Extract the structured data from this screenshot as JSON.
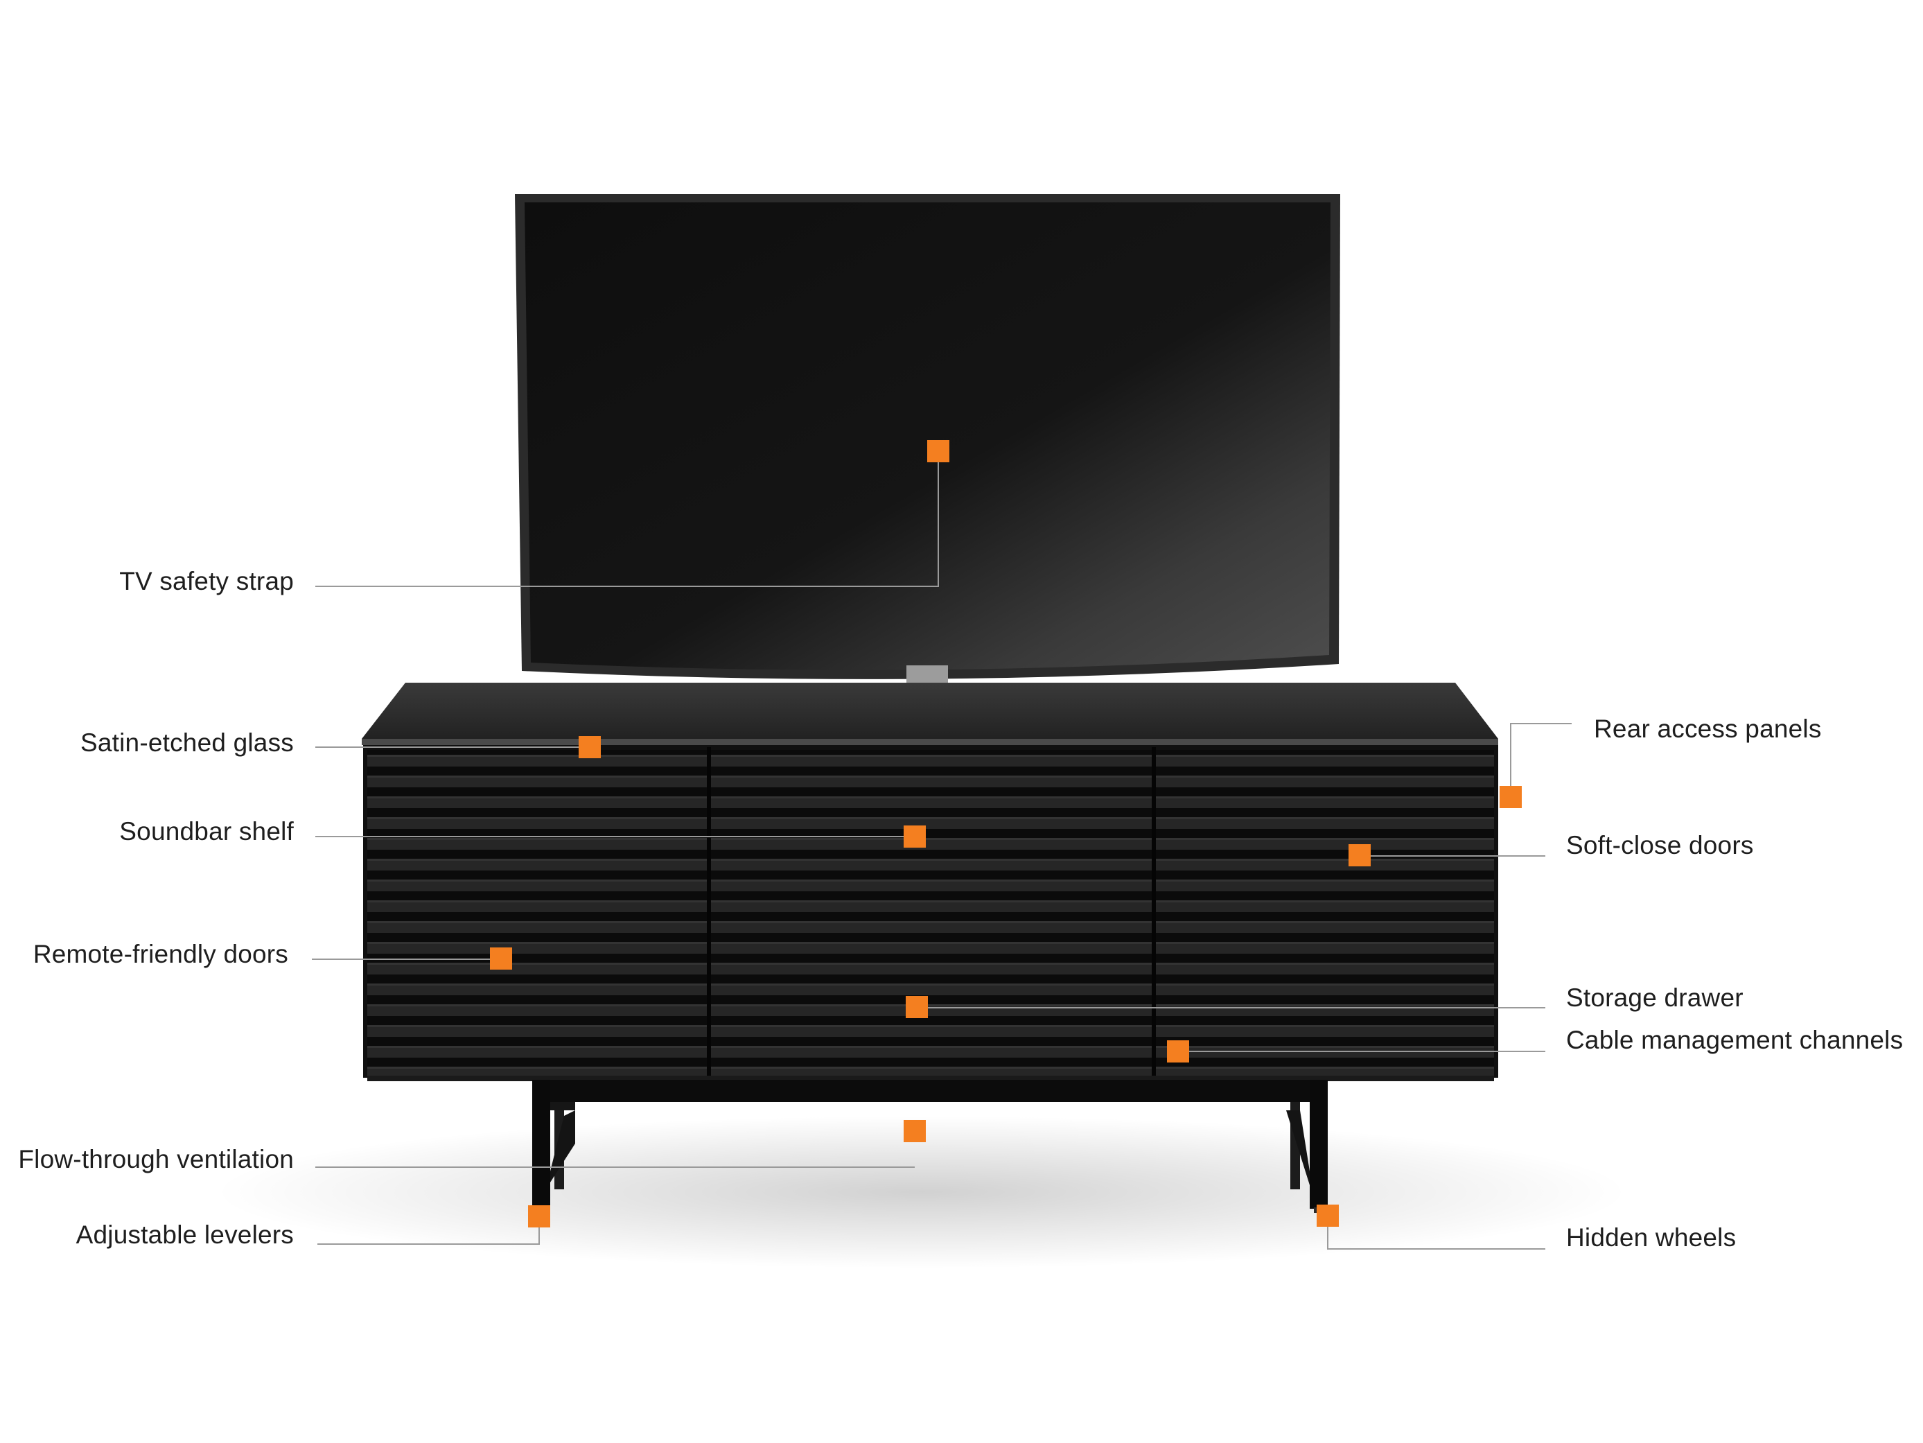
{
  "accent_color": "#f47f20",
  "leader_line_color": "#9a9a9a",
  "tv": {
    "screen_color": "#161616",
    "stand_color": "#b9b9b9"
  },
  "cabinet": {
    "body_color": "#141414",
    "slat_color": "#2a2a2a",
    "door_count": 3
  },
  "callouts": {
    "tv_safety_strap": "TV safety strap",
    "satin_etched_glass": "Satin-etched glass",
    "soundbar_shelf": "Soundbar shelf",
    "remote_friendly_doors": "Remote-friendly doors",
    "flow_through_ventilation": "Flow-through ventilation",
    "adjustable_levelers": "Adjustable levelers",
    "rear_access_panels": "Rear access panels",
    "soft_close_doors": "Soft-close doors",
    "storage_drawer": "Storage drawer",
    "cable_management_channels": "Cable management channels",
    "hidden_wheels": "Hidden wheels"
  }
}
